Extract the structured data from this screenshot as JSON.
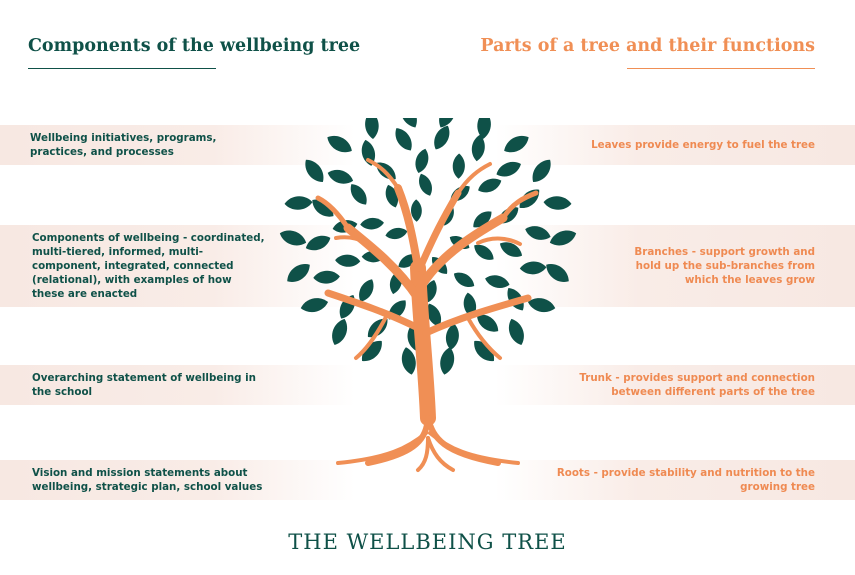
{
  "left_heading": "Components of the wellbeing tree",
  "right_heading": "Parts of a tree and their functions",
  "components": [
    {
      "text": "Wellbeing initiatives, programs, practices, and processes"
    },
    {
      "text": "Components of wellbeing - coordinated, multi-tiered, informed, multi-component, integrated, connected (relational), with examples of how these are enacted"
    },
    {
      "text": "Overarching statement of wellbeing in the school"
    },
    {
      "text": "Vision and mission statements about wellbeing, strategic plan, school values"
    }
  ],
  "tree_parts": [
    {
      "text": "Leaves provide energy to fuel the tree"
    },
    {
      "text": "Branches - support growth and hold up the sub-branches from which the leaves grow"
    },
    {
      "text": "Trunk - provides support and connection between different parts of the tree"
    },
    {
      "text": "Roots - provide stability and nutrition to the growing tree"
    }
  ],
  "footer_title": "THE WELLBEING TREE",
  "colors": {
    "teal": "#0f5148",
    "orange": "#f08f55",
    "band": "#f7e8e2"
  }
}
